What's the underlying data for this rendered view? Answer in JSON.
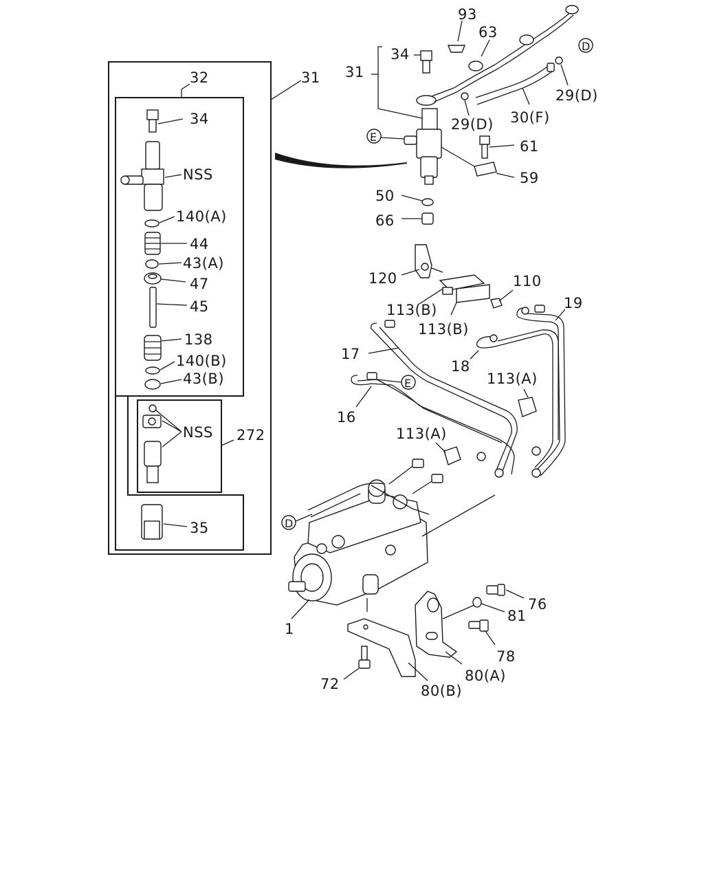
{
  "labels": {
    "l93": "93",
    "l63": "63",
    "l34_top": "34",
    "l31_top": "31",
    "l_d_top": "D",
    "l29d_right": "29(D)",
    "l29d_mid": "29(D)",
    "l30f": "30(F)",
    "l_e_top": "E",
    "l61": "61",
    "l59": "59",
    "l50": "50",
    "l66": "66",
    "l120": "120",
    "l110": "110",
    "l113b_1": "113(B)",
    "l113b_2": "113(B)",
    "l19": "19",
    "l17": "17",
    "l18": "18",
    "l113a_1": "113(A)",
    "l_e_mid": "E",
    "l16": "16",
    "l113a_2": "113(A)",
    "l_d_left": "D",
    "l76": "76",
    "l81": "81",
    "l78": "78",
    "l1": "1",
    "l80a": "80(A)",
    "l72": "72",
    "l80b": "80(B)",
    "l32": "32",
    "l31_box": "31",
    "l34_box": "34",
    "l_nss_1": "NSS",
    "l140a": "140(A)",
    "l44": "44",
    "l43a": "43(A)",
    "l47": "47",
    "l45": "45",
    "l138": "138",
    "l140b": "140(B)",
    "l43b": "43(B)",
    "l_nss_2": "NSS",
    "l272": "272",
    "l35": "35"
  }
}
